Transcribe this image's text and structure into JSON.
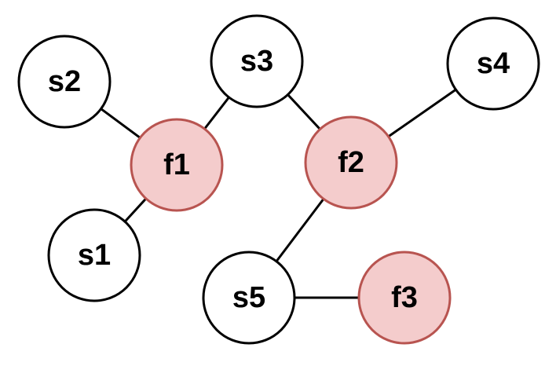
{
  "nodes": [
    {
      "id": "s1",
      "label": "s1",
      "kind": "s"
    },
    {
      "id": "s2",
      "label": "s2",
      "kind": "s"
    },
    {
      "id": "s3",
      "label": "s3",
      "kind": "s"
    },
    {
      "id": "s4",
      "label": "s4",
      "kind": "s"
    },
    {
      "id": "s5",
      "label": "s5",
      "kind": "s"
    },
    {
      "id": "f1",
      "label": "f1",
      "kind": "f"
    },
    {
      "id": "f2",
      "label": "f2",
      "kind": "f"
    },
    {
      "id": "f3",
      "label": "f3",
      "kind": "f"
    }
  ],
  "edges": [
    {
      "from": "s2",
      "to": "f1"
    },
    {
      "from": "f1",
      "to": "s3"
    },
    {
      "from": "f1",
      "to": "s1"
    },
    {
      "from": "s3",
      "to": "f2"
    },
    {
      "from": "f2",
      "to": "s4"
    },
    {
      "from": "f2",
      "to": "s5"
    },
    {
      "from": "s5",
      "to": "f3"
    }
  ],
  "colors": {
    "s_fill": "#ffffff",
    "s_stroke": "#000000",
    "f_fill": "#f4cccc",
    "f_stroke": "#b85450",
    "edge": "#000000",
    "text": "#000000"
  }
}
